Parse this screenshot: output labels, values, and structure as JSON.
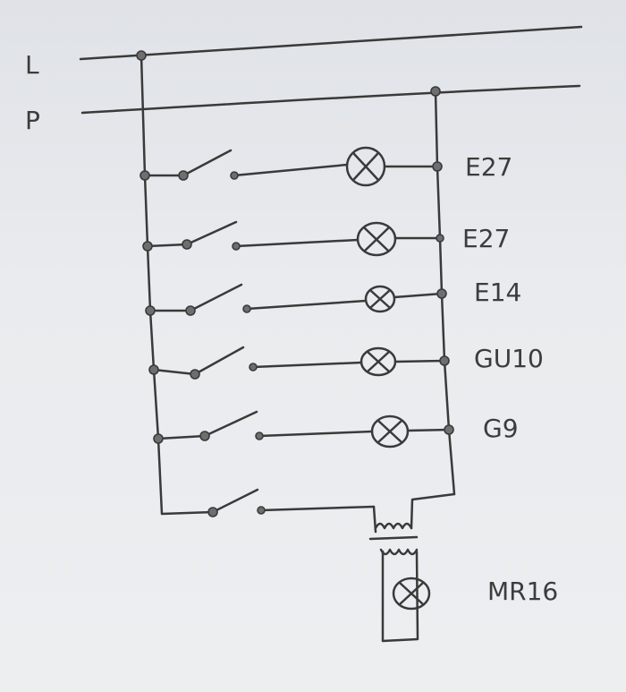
{
  "diagram": {
    "lines": {
      "l": "L",
      "p": "P"
    },
    "branches": [
      {
        "label": "E27"
      },
      {
        "label": "E27"
      },
      {
        "label": "E14"
      },
      {
        "label": "GU10"
      },
      {
        "label": "G9"
      }
    ],
    "transformer_branch": {
      "label": "MR16"
    }
  },
  "colors": {
    "ink": "#3a3a3a",
    "paper": "#eceef0"
  }
}
